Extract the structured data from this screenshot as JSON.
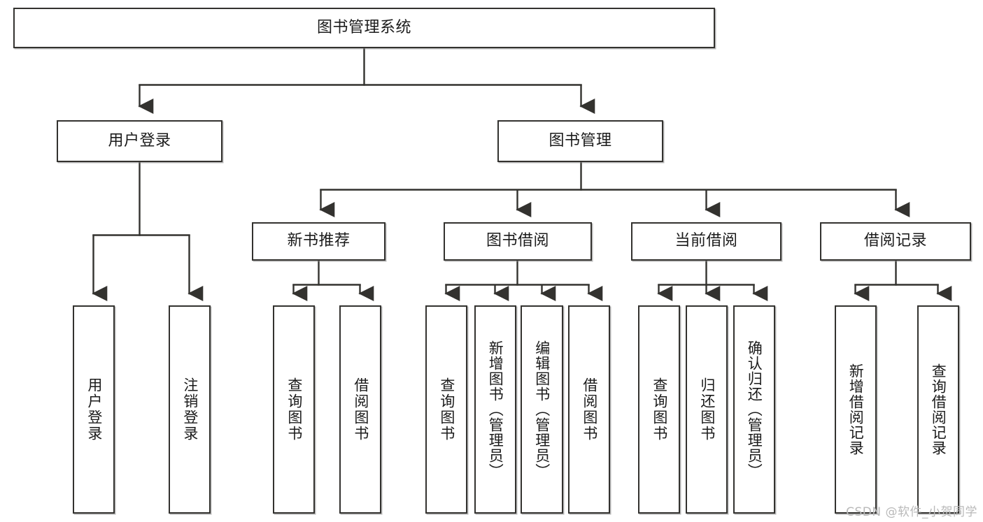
{
  "diagram": {
    "type": "tree",
    "title": "图书管理系统",
    "watermark": "CSDN @软件_小贺同学",
    "colors": {
      "border": "#33322f",
      "background": "#ffffff",
      "text": "#1b1b1b",
      "edge": "#33322f",
      "watermark": "#b9b9b9"
    },
    "nodes": {
      "root": {
        "label": "图书管理系统",
        "level": 0
      },
      "user_login": {
        "label": "用户登录",
        "level": 1
      },
      "book_mgmt": {
        "label": "图书管理",
        "level": 1
      },
      "new_book_rec": {
        "label": "新书推荐",
        "level": 2
      },
      "book_borrow": {
        "label": "图书借阅",
        "level": 2
      },
      "current_borrow": {
        "label": "当前借阅",
        "level": 2
      },
      "borrow_record": {
        "label": "借阅记录",
        "level": 2
      },
      "leaf_user_login": {
        "label": "用户登录",
        "level": 3
      },
      "leaf_logout": {
        "label": "注销登录",
        "level": 3
      },
      "leaf_query_book_1": {
        "label": "查询图书",
        "level": 3
      },
      "leaf_borrow_book_1": {
        "label": "借阅图书",
        "level": 3
      },
      "leaf_query_book_2": {
        "label": "查询图书",
        "level": 3
      },
      "leaf_add_book": {
        "label": "新增图书（管理员）",
        "level": 3
      },
      "leaf_edit_book": {
        "label": "编辑图书（管理员）",
        "level": 3
      },
      "leaf_borrow_book_2": {
        "label": "借阅图书",
        "level": 3
      },
      "leaf_query_book_3": {
        "label": "查询图书",
        "level": 3
      },
      "leaf_return_book": {
        "label": "归还图书",
        "level": 3
      },
      "leaf_confirm_return": {
        "label": "确认归还（管理员）",
        "level": 3
      },
      "leaf_add_record": {
        "label": "新增借阅记录",
        "level": 3
      },
      "leaf_query_record": {
        "label": "查询借阅记录",
        "level": 3
      }
    },
    "edges": [
      {
        "from": "root",
        "to": "user_login"
      },
      {
        "from": "root",
        "to": "book_mgmt"
      },
      {
        "from": "book_mgmt",
        "to": "new_book_rec"
      },
      {
        "from": "book_mgmt",
        "to": "book_borrow"
      },
      {
        "from": "book_mgmt",
        "to": "current_borrow"
      },
      {
        "from": "book_mgmt",
        "to": "borrow_record"
      },
      {
        "from": "user_login",
        "to": "leaf_user_login"
      },
      {
        "from": "user_login",
        "to": "leaf_logout"
      },
      {
        "from": "new_book_rec",
        "to": "leaf_query_book_1"
      },
      {
        "from": "new_book_rec",
        "to": "leaf_borrow_book_1"
      },
      {
        "from": "book_borrow",
        "to": "leaf_query_book_2"
      },
      {
        "from": "book_borrow",
        "to": "leaf_add_book"
      },
      {
        "from": "book_borrow",
        "to": "leaf_edit_book"
      },
      {
        "from": "book_borrow",
        "to": "leaf_borrow_book_2"
      },
      {
        "from": "current_borrow",
        "to": "leaf_query_book_3"
      },
      {
        "from": "current_borrow",
        "to": "leaf_return_book"
      },
      {
        "from": "current_borrow",
        "to": "leaf_confirm_return"
      },
      {
        "from": "borrow_record",
        "to": "leaf_add_record"
      },
      {
        "from": "borrow_record",
        "to": "leaf_query_record"
      }
    ]
  }
}
